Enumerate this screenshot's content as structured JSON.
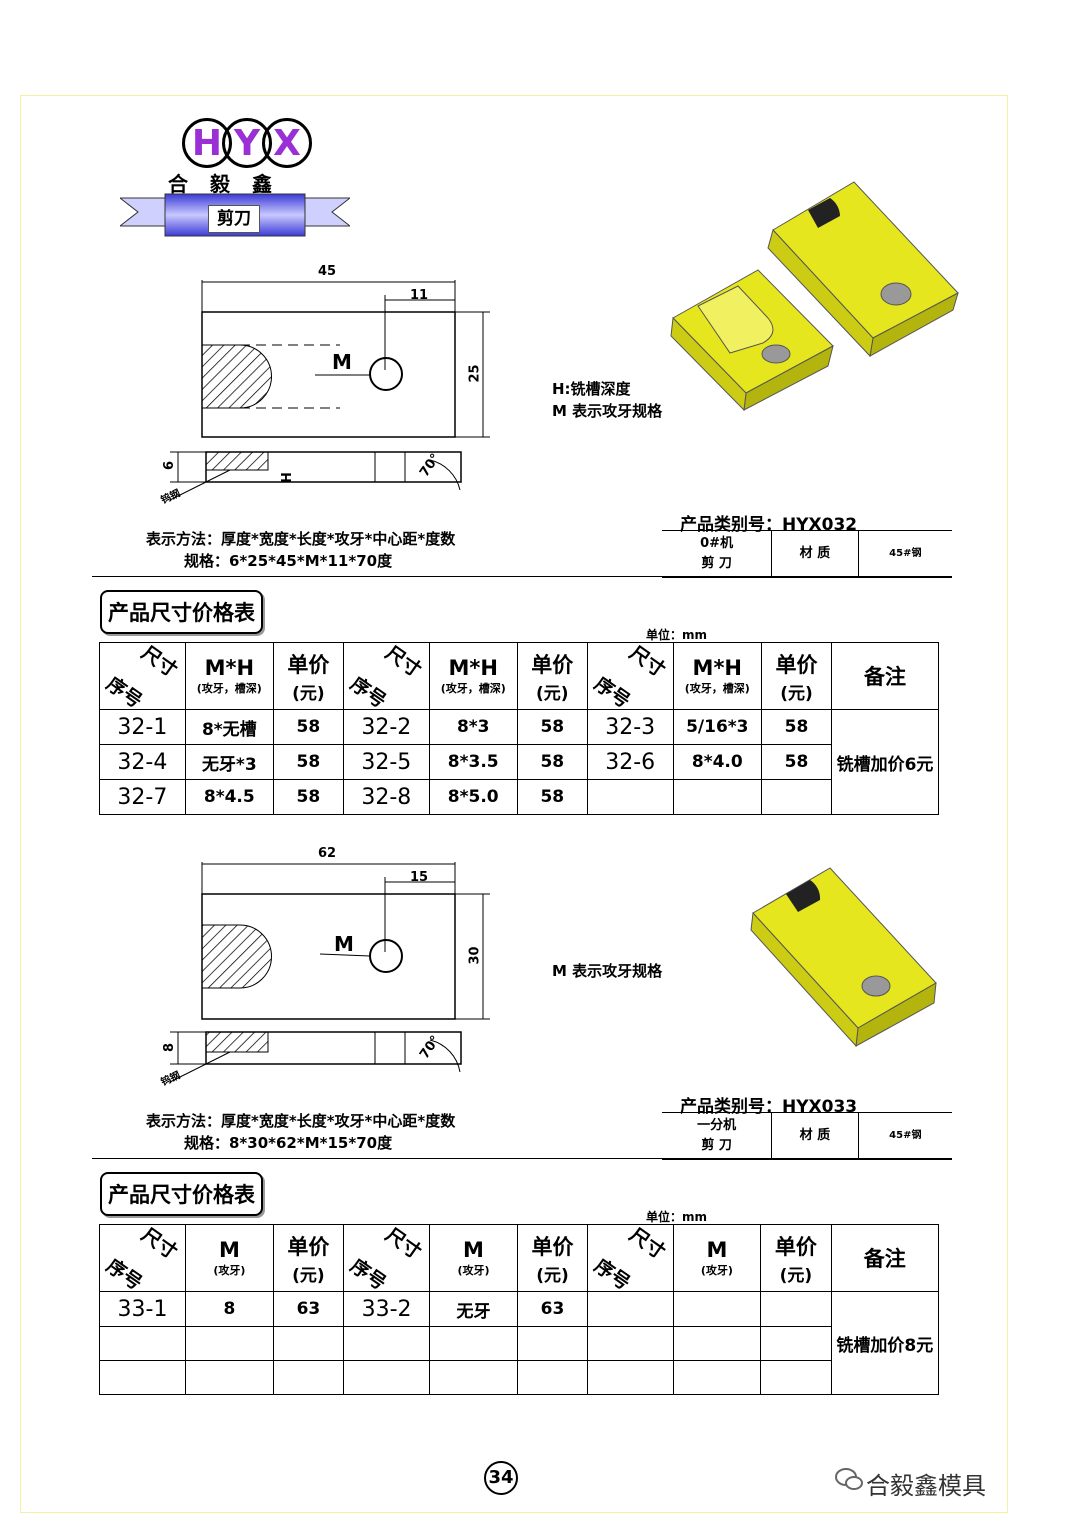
{
  "brand": {
    "letters": [
      "H",
      "Y",
      "X"
    ],
    "chinese": "合毅鑫",
    "category_tag": "剪刀"
  },
  "section1": {
    "dims": {
      "length": "45",
      "hole_offset": "11",
      "width": "25",
      "thickness": "6",
      "angle": "70°",
      "depth_mark": "H",
      "tap_mark": "M",
      "side_note": "钨钢"
    },
    "notes": [
      "H:铣槽深度",
      "M 表示攻牙规格"
    ],
    "method": "表示方法：厚度*宽度*长度*攻牙*中心距*度数",
    "spec": "规格：6*25*45*M*11*70度",
    "product_code": "产品类别号：HYX032",
    "machine": "0#机",
    "item_name": "剪 刀",
    "material_label": "材 质",
    "material": "45#钢"
  },
  "section2": {
    "dims": {
      "length": "62",
      "hole_offset": "15",
      "width": "30",
      "thickness": "8",
      "angle": "70°",
      "tap_mark": "M",
      "side_note": "钨钢"
    },
    "notes": [
      "M 表示攻牙规格"
    ],
    "method": "表示方法：厚度*宽度*长度*攻牙*中心距*度数",
    "spec": "规格：8*30*62*M*15*70度",
    "product_code": "产品类别号：HYX033",
    "machine": "一分机",
    "item_name": "剪 刀",
    "material_label": "材 质",
    "material": "45#钢"
  },
  "table_title": "产品尺寸价格表",
  "unit": "单位：mm",
  "table1": {
    "hdr": {
      "size": "尺寸",
      "seq": "序号",
      "col": "M*H",
      "col_sub": "(攻牙，槽深)",
      "price": "单价",
      "price_sub": "(元)",
      "remark": "备注"
    },
    "rows": [
      [
        "32-1",
        "8*无槽",
        "58",
        "32-2",
        "8*3",
        "58",
        "32-3",
        "5/16*3",
        "58"
      ],
      [
        "32-4",
        "无牙*3",
        "58",
        "32-5",
        "8*3.5",
        "58",
        "32-6",
        "8*4.0",
        "58"
      ],
      [
        "32-7",
        "8*4.5",
        "58",
        "32-8",
        "8*5.0",
        "58",
        "",
        "",
        ""
      ]
    ],
    "remark": "铣槽加价6元"
  },
  "table2": {
    "hdr": {
      "size": "尺寸",
      "seq": "序号",
      "col": "M",
      "col_sub": "(攻牙)",
      "price": "单价",
      "price_sub": "(元)",
      "remark": "备注"
    },
    "rows": [
      [
        "33-1",
        "8",
        "63",
        "33-2",
        "无牙",
        "63",
        "",
        "",
        ""
      ],
      [
        "",
        "",
        "",
        "",
        "",
        "",
        "",
        "",
        ""
      ],
      [
        "",
        "",
        "",
        "",
        "",
        "",
        "",
        "",
        ""
      ]
    ],
    "remark": "铣槽加价8元"
  },
  "page_number": "34",
  "watermark": "合毅鑫模具",
  "colors": {
    "part_yellow": "#e6e61e",
    "ribbon_blue": "#8080ff",
    "logo_letter": "#9b2fd6"
  }
}
